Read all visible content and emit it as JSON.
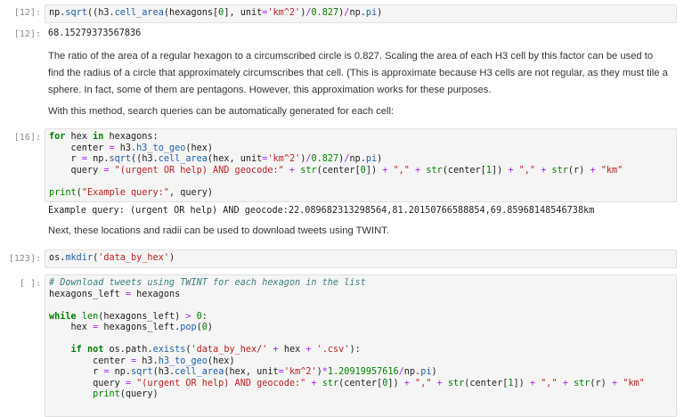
{
  "cells": [
    {
      "prompt": "[12]:",
      "lines": [
        [
          [
            "p",
            "np."
          ],
          [
            "f",
            "sqrt"
          ],
          [
            "p",
            "((h3."
          ],
          [
            "f",
            "cell_area"
          ],
          [
            "p",
            "(hexagons["
          ],
          [
            "n",
            "0"
          ],
          [
            "p",
            "], unit"
          ],
          [
            "o",
            "="
          ],
          [
            "s",
            "'km^2'"
          ],
          [
            "p",
            ")"
          ],
          [
            "o",
            "/"
          ],
          [
            "n",
            "0.827"
          ],
          [
            "p",
            ")"
          ],
          [
            "o",
            "/"
          ],
          [
            "p",
            "np."
          ],
          [
            "f",
            "pi"
          ],
          [
            "p",
            ")"
          ]
        ]
      ]
    },
    {
      "prompt": "[16]:",
      "lines": [
        [
          [
            "k",
            "for"
          ],
          [
            "p",
            " hex "
          ],
          [
            "k",
            "in"
          ],
          [
            "p",
            " hexagons:"
          ]
        ],
        [
          [
            "p",
            "    center "
          ],
          [
            "o",
            "="
          ],
          [
            "p",
            " h3."
          ],
          [
            "f",
            "h3_to_geo"
          ],
          [
            "p",
            "(hex)"
          ]
        ],
        [
          [
            "p",
            "    r "
          ],
          [
            "o",
            "="
          ],
          [
            "p",
            " np."
          ],
          [
            "f",
            "sqrt"
          ],
          [
            "p",
            "((h3."
          ],
          [
            "f",
            "cell_area"
          ],
          [
            "p",
            "(hex, unit"
          ],
          [
            "o",
            "="
          ],
          [
            "s",
            "'km^2'"
          ],
          [
            "p",
            ")"
          ],
          [
            "o",
            "/"
          ],
          [
            "n",
            "0.827"
          ],
          [
            "p",
            ")"
          ],
          [
            "o",
            "/"
          ],
          [
            "p",
            "np."
          ],
          [
            "f",
            "pi"
          ],
          [
            "p",
            ")"
          ]
        ],
        [
          [
            "p",
            "    query "
          ],
          [
            "o",
            "="
          ],
          [
            "p",
            " "
          ],
          [
            "s",
            "\"(urgent OR help) AND geocode:\""
          ],
          [
            "p",
            " "
          ],
          [
            "o",
            "+"
          ],
          [
            "p",
            " "
          ],
          [
            "b",
            "str"
          ],
          [
            "p",
            "(center["
          ],
          [
            "n",
            "0"
          ],
          [
            "p",
            "]) "
          ],
          [
            "o",
            "+"
          ],
          [
            "p",
            " "
          ],
          [
            "s",
            "\",\""
          ],
          [
            "p",
            " "
          ],
          [
            "o",
            "+"
          ],
          [
            "p",
            " "
          ],
          [
            "b",
            "str"
          ],
          [
            "p",
            "(center["
          ],
          [
            "n",
            "1"
          ],
          [
            "p",
            "]) "
          ],
          [
            "o",
            "+"
          ],
          [
            "p",
            " "
          ],
          [
            "s",
            "\",\""
          ],
          [
            "p",
            " "
          ],
          [
            "o",
            "+"
          ],
          [
            "p",
            " "
          ],
          [
            "b",
            "str"
          ],
          [
            "p",
            "(r) "
          ],
          [
            "o",
            "+"
          ],
          [
            "p",
            " "
          ],
          [
            "s",
            "\"km\""
          ]
        ],
        [],
        [
          [
            "b",
            "print"
          ],
          [
            "p",
            "("
          ],
          [
            "s",
            "\"Example query:\""
          ],
          [
            "p",
            ", query)"
          ]
        ]
      ]
    },
    {
      "prompt": "[123]:",
      "lines": [
        [
          [
            "p",
            "os."
          ],
          [
            "f",
            "mkdir"
          ],
          [
            "p",
            "("
          ],
          [
            "s",
            "'data_by_hex'"
          ],
          [
            "p",
            ")"
          ]
        ]
      ]
    },
    {
      "prompt": "[ ]:",
      "lines": [
        [
          [
            "c",
            "# Download tweets using TWINT for each hexagon in the list"
          ]
        ],
        [
          [
            "p",
            "hexagons_left "
          ],
          [
            "o",
            "="
          ],
          [
            "p",
            " hexagons"
          ]
        ],
        [],
        [
          [
            "k",
            "while"
          ],
          [
            "p",
            " "
          ],
          [
            "b",
            "len"
          ],
          [
            "p",
            "(hexagons_left) "
          ],
          [
            "o",
            ">"
          ],
          [
            "p",
            " "
          ],
          [
            "n",
            "0"
          ],
          [
            "p",
            ":"
          ]
        ],
        [
          [
            "p",
            "    hex "
          ],
          [
            "o",
            "="
          ],
          [
            "p",
            " hexagons_left."
          ],
          [
            "f",
            "pop"
          ],
          [
            "p",
            "("
          ],
          [
            "n",
            "0"
          ],
          [
            "p",
            ")"
          ]
        ],
        [],
        [
          [
            "p",
            "    "
          ],
          [
            "k",
            "if"
          ],
          [
            "p",
            " "
          ],
          [
            "k",
            "not"
          ],
          [
            "p",
            " os.path."
          ],
          [
            "f",
            "exists"
          ],
          [
            "p",
            "("
          ],
          [
            "s",
            "'data_by_hex/'"
          ],
          [
            "p",
            " "
          ],
          [
            "o",
            "+"
          ],
          [
            "p",
            " hex "
          ],
          [
            "o",
            "+"
          ],
          [
            "p",
            " "
          ],
          [
            "s",
            "'.csv'"
          ],
          [
            "p",
            "):"
          ]
        ],
        [
          [
            "p",
            "        center "
          ],
          [
            "o",
            "="
          ],
          [
            "p",
            " h3."
          ],
          [
            "f",
            "h3_to_geo"
          ],
          [
            "p",
            "(hex)"
          ]
        ],
        [
          [
            "p",
            "        r "
          ],
          [
            "o",
            "="
          ],
          [
            "p",
            " np."
          ],
          [
            "f",
            "sqrt"
          ],
          [
            "p",
            "(h3."
          ],
          [
            "f",
            "cell_area"
          ],
          [
            "p",
            "(hex, unit"
          ],
          [
            "o",
            "="
          ],
          [
            "s",
            "'km^2'"
          ],
          [
            "p",
            ")"
          ],
          [
            "o",
            "*"
          ],
          [
            "n",
            "1.20919957616"
          ],
          [
            "o",
            "/"
          ],
          [
            "p",
            "np."
          ],
          [
            "f",
            "pi"
          ],
          [
            "p",
            ")"
          ]
        ],
        [
          [
            "p",
            "        query "
          ],
          [
            "o",
            "="
          ],
          [
            "p",
            " "
          ],
          [
            "s",
            "\"(urgent OR help) AND geocode:\""
          ],
          [
            "p",
            " "
          ],
          [
            "o",
            "+"
          ],
          [
            "p",
            " "
          ],
          [
            "b",
            "str"
          ],
          [
            "p",
            "(center["
          ],
          [
            "n",
            "0"
          ],
          [
            "p",
            "]) "
          ],
          [
            "o",
            "+"
          ],
          [
            "p",
            " "
          ],
          [
            "s",
            "\",\""
          ],
          [
            "p",
            " "
          ],
          [
            "o",
            "+"
          ],
          [
            "p",
            " "
          ],
          [
            "b",
            "str"
          ],
          [
            "p",
            "(center["
          ],
          [
            "n",
            "1"
          ],
          [
            "p",
            "]) "
          ],
          [
            "o",
            "+"
          ],
          [
            "p",
            " "
          ],
          [
            "s",
            "\",\""
          ],
          [
            "p",
            " "
          ],
          [
            "o",
            "+"
          ],
          [
            "p",
            " "
          ],
          [
            "b",
            "str"
          ],
          [
            "p",
            "(r) "
          ],
          [
            "o",
            "+"
          ],
          [
            "p",
            " "
          ],
          [
            "s",
            "\"km\""
          ]
        ],
        [
          [
            "p",
            "        "
          ],
          [
            "b",
            "print"
          ],
          [
            "p",
            "(query)"
          ]
        ]
      ]
    }
  ],
  "output12": {
    "prompt": "[12]:",
    "text": "68.15279373567836"
  },
  "markdown": {
    "p1": "The ratio of the area of a regular hexagon to a circumscribed circle is 0.827. Scaling the area of each H3 cell by this factor can be used to find the radius of a circle that approximately circumscribes that cell. (This is approximate because H3 cells are not regular, as they must tile a sphere. In fact, some of them are pentagons. However, this approximation works for these purposes.",
    "p2": "With this method, search queries can be automatically generated for each cell:",
    "p3": "Next, these locations and radii can be used to download tweets using TWINT."
  },
  "output16": {
    "text": "Example query: (urgent OR help) AND geocode:22.089682313298564,81.20150766588854,69.85968148546738km"
  }
}
